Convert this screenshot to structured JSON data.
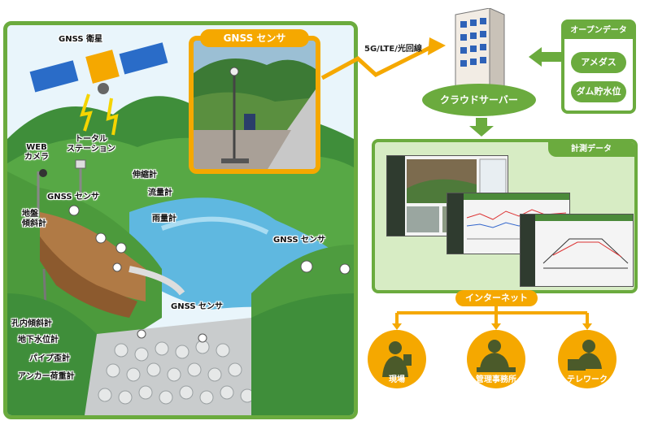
{
  "left_panel": {
    "gnss_satellite": "GNSS 衛星",
    "web_camera_1": "WEB",
    "web_camera_2": "カメラ",
    "total_station_1": "トータル",
    "total_station_2": "ステーション",
    "gnss_sensor_left": "GNSS センサ",
    "extensometer": "伸縮計",
    "flowmeter": "流量計",
    "rain_gauge": "雨量計",
    "ground_inclinometer_1": "地盤",
    "ground_inclinometer_2": "傾斜計",
    "gnss_sensor_right": "GNSS センサ",
    "gnss_sensor_bottom": "GNSS センサ",
    "borehole_inclinometer": "孔内傾斜計",
    "groundwater_gauge": "地下水位計",
    "pipe_strain_gauge": "パイプ歪計",
    "anchor_load_cell": "アンカー荷重計"
  },
  "photo": {
    "title": "GNSS センサ"
  },
  "network": {
    "link_label": "5G/LTE/光回線"
  },
  "open_data": {
    "title": "オープンデータ",
    "items": [
      "アメダス",
      "ダム貯水位"
    ]
  },
  "cloud": {
    "label": "クラウドサーバー"
  },
  "measurement": {
    "title": "計測データ"
  },
  "internet": {
    "label": "インターネット"
  },
  "users": [
    {
      "label": "現場"
    },
    {
      "label": "管理事務所"
    },
    {
      "label": "テレワーク"
    }
  ],
  "colors": {
    "green": "#6bab3e",
    "orange": "#f5a800",
    "water": "#5fb8e0"
  }
}
